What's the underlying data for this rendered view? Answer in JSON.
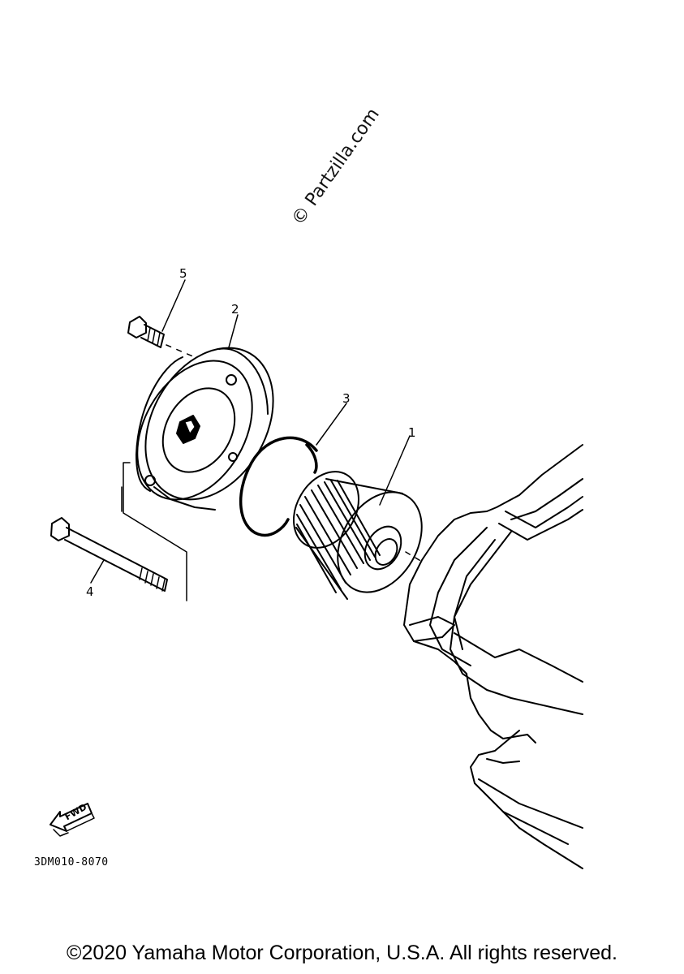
{
  "callouts": {
    "c1": "1",
    "c2": "2",
    "c3": "3",
    "c4": "4",
    "c5": "5"
  },
  "watermark": "© Partzilla.com",
  "fwd_label": "FWD",
  "part_code": "3DM010-8070",
  "copyright": "©2020 Yamaha Motor Corporation, U.S.A. All rights reserved."
}
